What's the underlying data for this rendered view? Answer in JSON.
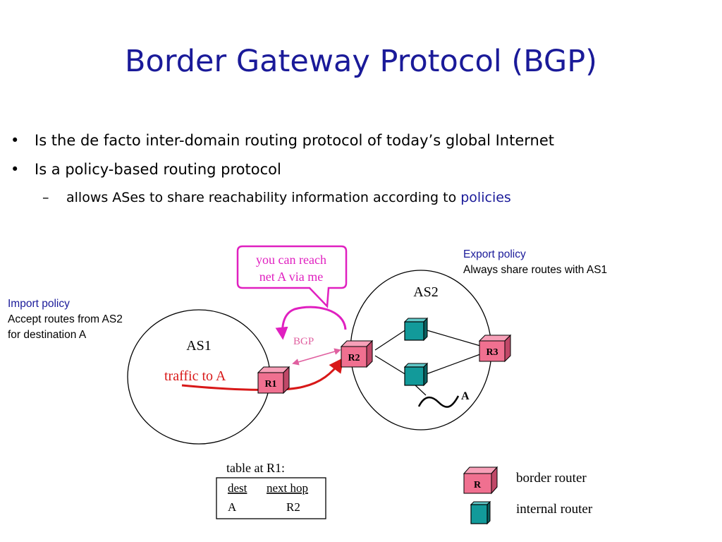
{
  "slide": {
    "title": "Border Gateway Protocol (BGP)",
    "bullets": [
      "Is the de facto inter-domain routing protocol of today’s global Internet",
      "Is a policy-based routing protocol"
    ],
    "sub_bullet": {
      "text": "allows ASes to share reachability information according to",
      "highlight": "policies"
    },
    "bullet_glyph": "•",
    "dash_glyph": "–"
  },
  "import_policy": {
    "heading": "Import policy",
    "lines": [
      "Accept routes from AS2",
      "for destination A"
    ]
  },
  "export_policy": {
    "heading": "Export policy",
    "line": "Always share routes with AS1"
  },
  "diagram": {
    "speech_bubble": [
      "you can reach",
      "net A via me"
    ],
    "bgp_label": "BGP",
    "as1_label": "AS1",
    "as2_label": "AS2",
    "traffic_label": "traffic to A",
    "routers": {
      "r1": "R1",
      "r2": "R2",
      "r3": "R3"
    },
    "destination": "A",
    "table": {
      "caption": "table at R1:",
      "headers": [
        "dest",
        "next hop"
      ],
      "row": [
        "A",
        "R2"
      ]
    },
    "legend": {
      "border_symbol": "R",
      "border_label": "border router",
      "internal_label": "internal router"
    },
    "colors": {
      "title": "#1a1a99",
      "magenta": "#e020c0",
      "traffic_red": "#d81818",
      "border_router_fill": "#f07090",
      "internal_router_fill": "#129a9a"
    }
  }
}
